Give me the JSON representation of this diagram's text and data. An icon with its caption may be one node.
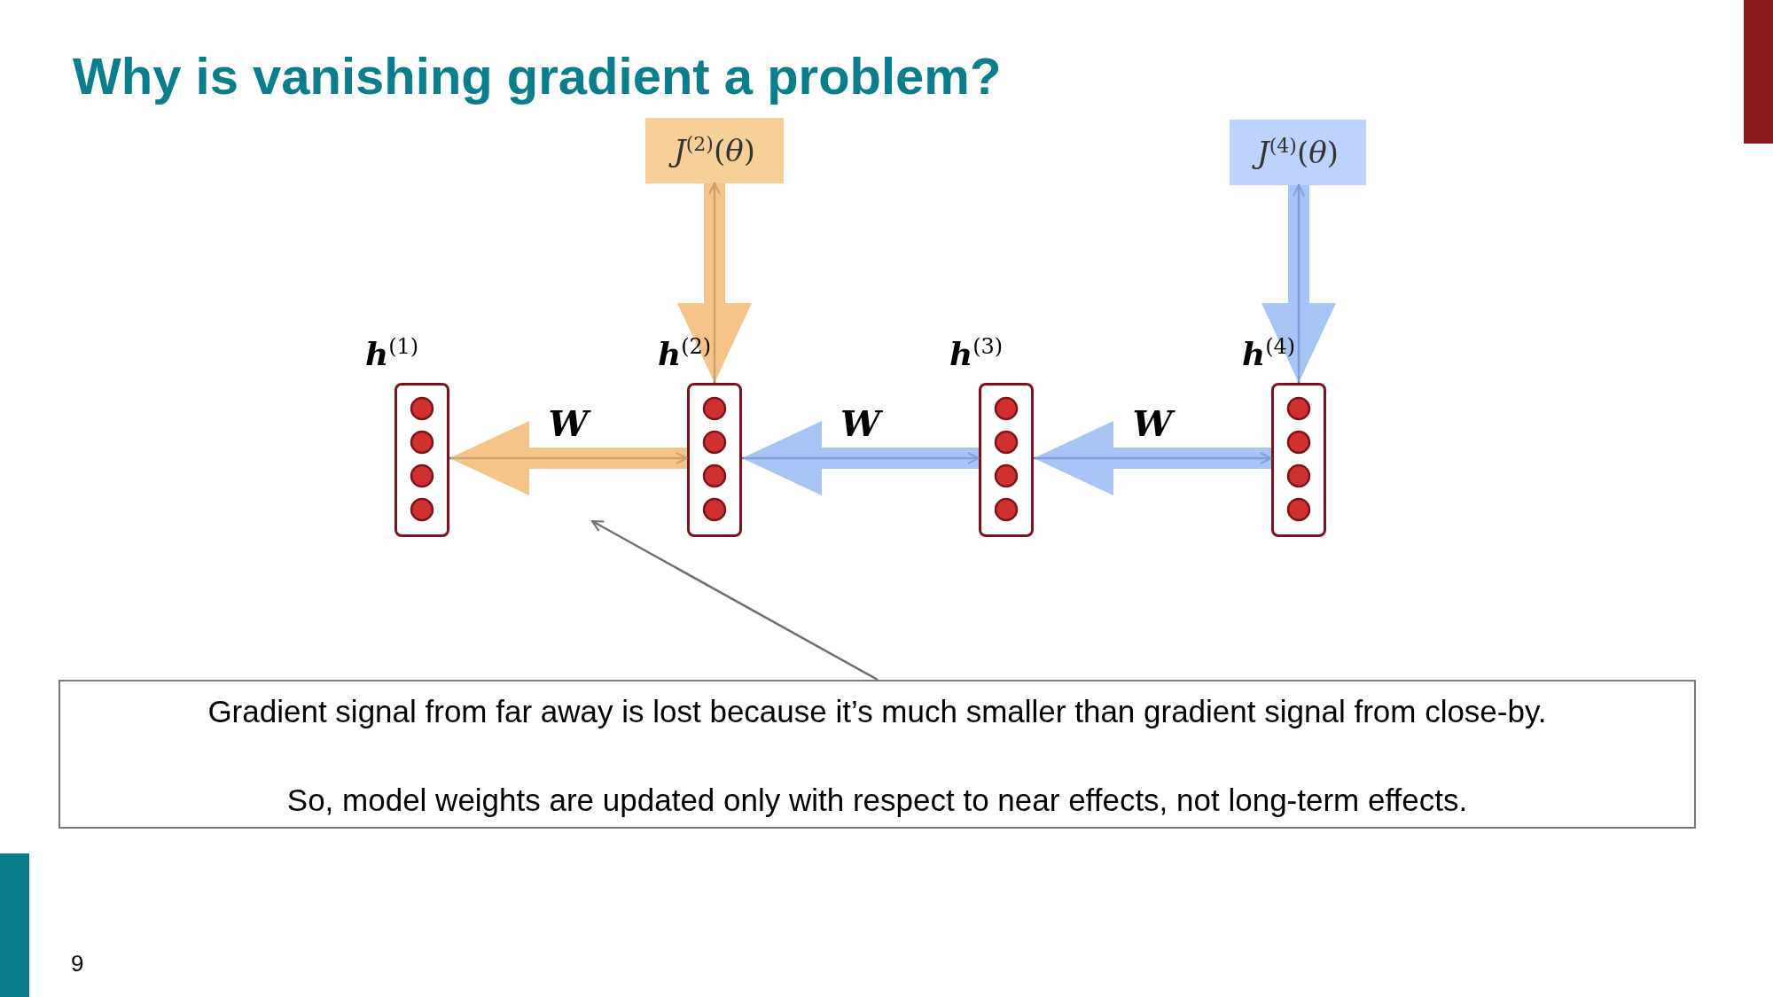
{
  "diagram": {
    "title": "Why is vanishing gradient a problem?",
    "nodes": [
      {
        "text": [
          "**h**$^{(1)}$"
        ]
      },
      {
        "text": [
          "**h**$^{(2)}$"
        ]
      },
      {
        "text": [
          "**h**$^{(3)}$"
        ]
      },
      {
        "text": [
          "**h**$^{(4)}$"
        ]
      },
      {
        "text": [
          "*J*$^{(2)}$(*θ*)"
        ]
      },
      {
        "text": [
          "*J*$^{(4)}$(*θ*)"
        ]
      },
      {
        "text": [
          "Gradient signal from far away is lost because it’s much smaller than gradient signal from close-by.",
          "So, model weights are updated only with respect to near effects, not long-term effects."
        ]
      }
    ],
    "edges": [
      {
        "from": 0,
        "to": 1,
        "arrow": "to",
        "label": "W"
      },
      {
        "from": 1,
        "to": 0,
        "arrow": "to",
        "style": "thick",
        "color": "#f2b060"
      },
      {
        "from": 1,
        "to": 2,
        "arrow": "to",
        "label": "W"
      },
      {
        "from": 2,
        "to": 1,
        "arrow": "to",
        "style": "thick",
        "color": "#8ab0f2"
      },
      {
        "from": 2,
        "to": 3,
        "arrow": "to",
        "label": "W"
      },
      {
        "from": 3,
        "to": 2,
        "arrow": "to",
        "style": "thick",
        "color": "#8ab0f2"
      },
      {
        "from": 1,
        "to": 4,
        "arrow": "to"
      },
      {
        "from": 4,
        "to": 1,
        "arrow": "to",
        "style": "thick",
        "color": "#f2b060"
      },
      {
        "from": 3,
        "to": 5,
        "arrow": "to"
      },
      {
        "from": 5,
        "to": 3,
        "arrow": "to",
        "style": "thick",
        "color": "#8ab0f2"
      },
      {
        "from": 6,
        "to": null,
        "arrow": "to",
        "color": "#707070"
      }
    ],
    "labels": [
      "9"
    ]
  }
}
